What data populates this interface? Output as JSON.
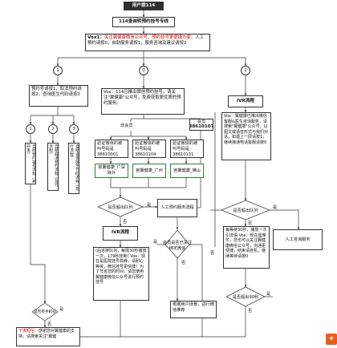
{
  "nodes": {
    "top_user": "用户拨114",
    "hotline": "114查询转预约挂号专线",
    "voice1_prefix": "Vox1：",
    "voice1_red": "关注翼健康微信公众号，预约挂号更便捷方便，",
    "voice1_black": "人工预约请按0，自助服务请按1，服务咨询及建议请按2",
    "branch_left": "1",
    "branch_mid": "0",
    "branch_right": "2",
    "left_menu": "预约号请按1，取消预约请按2，查询医生代码请按3",
    "sub1": "1",
    "sub2": "2",
    "sub3": "3",
    "v_self1": "自助预约挂号流程（新开发）",
    "v_self2": "自助取消预约流程（现行流程）",
    "v_self3": "自助查询医生代码流程（现行流程）",
    "mid_vox": "Vox：114已推出微信预约挂号，请关注\"翼健康\"公众号，免费获取更优质的预约服务。",
    "non_member": "非会员",
    "member_label": "会员",
    "member_code": "38610107",
    "verify1": "验证微信的被叫号码是38610001",
    "verify2": "验证微信的被叫号码是38610104",
    "verify3": "验证微信的被叫号码是38610131",
    "ykd1": "宫翼健康_广深除外",
    "ykd2": "宫翼健康_广州",
    "ykd3": "宫翼健康_佛山",
    "ivr_right": "IVR流程",
    "right_vox": "Vox：翼健康已推出微信客服&医生咨询服务，请搜索\"翼健康\"公众号，以图文或语音形式与我们对话，如遇上一层请按1，继续接通电话客服请按0",
    "q_outside": "是否超出队列",
    "yes1": "是",
    "no1": "否",
    "human_queue": "人工预约服务流程",
    "ivr_mid": "IVR流程",
    "ivr_mid_text": "(后进排队列，每隔30秒播放一次，179秒挂断) Vox：现在是医院挂号高峰，请耐心等候，微信挂号更快捷！为了节省您的时间，请您使用翼健康微信公众号进行预约挂号",
    "q_member": "会员是否已关注绑定微信",
    "yes2": "是",
    "no2": "否",
    "q_queue_right": "是否超出队列",
    "yes3": "是",
    "no3": "否",
    "human_service": "人工咨询服务",
    "right_loop": "每等待30秒，播放一次引流语 Vox：现在座席忙，您也可以关注翼健康微信公众号，沟通更便捷，结束请挂机，继续等待请按0",
    "q_90": "是否超出90秒",
    "yes4": "是",
    "no4": "否",
    "guide_push": "根据用户场景，进行微信推荐",
    "q_reply": "是否有手机号",
    "yes5": "是",
    "no5": "否",
    "bottom_red": "下发短信：",
    "bottom_text": "感谢您对翼健康的支持，请搜索关注\"翼健"
  }
}
